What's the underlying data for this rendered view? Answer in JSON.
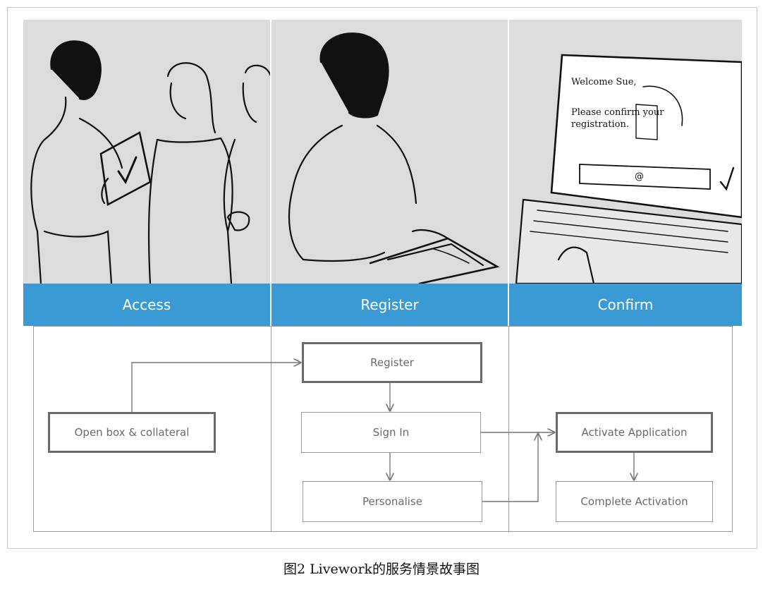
{
  "storyboard": {
    "panels": [
      {
        "label": "Access"
      },
      {
        "label": "Register"
      },
      {
        "label": "Confirm"
      }
    ],
    "laptop_screen": {
      "greeting": "Welcome Sue,",
      "line1": "Please confirm your",
      "line2": "registration.",
      "field_symbol": "@"
    }
  },
  "flow": {
    "open_box": "Open box & collateral",
    "register": "Register",
    "sign_in": "Sign In",
    "personalise": "Personalise",
    "activate": "Activate Application",
    "complete": "Complete Activation"
  },
  "caption": "图2 Livework的服务情景故事图",
  "colors": {
    "header": "#3a9bd4",
    "panel_bg": "#dcdcdc",
    "box_border": "#6a6a6a"
  }
}
